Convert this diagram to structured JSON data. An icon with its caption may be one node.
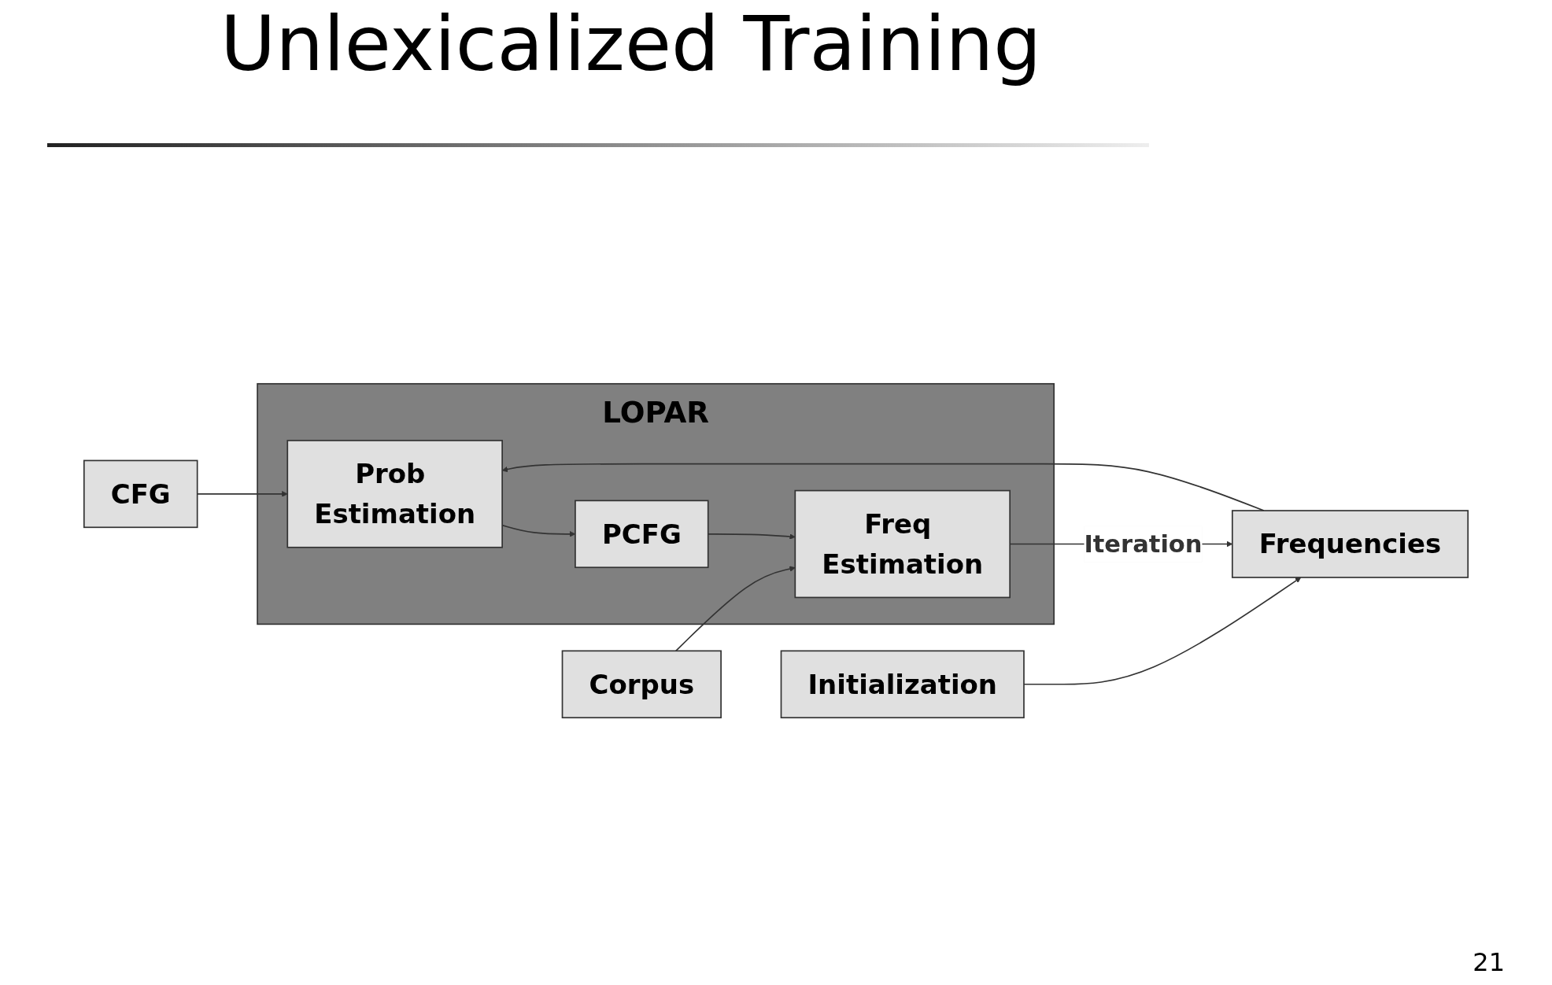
{
  "diagram": {
    "title": "Unlexicalized Training",
    "nodes": [
      {
        "text": [
          "CFG"
        ]
      },
      {
        "text": [
          "Initialization"
        ]
      },
      {
        "text": [
          "Frequencies"
        ]
      },
      {
        "text": [
          "LOPAR"
        ]
      },
      {
        "text": [
          "Prob Estimation"
        ],
        "in": 3
      },
      {
        "text": [
          "PCFG"
        ],
        "in": 3
      },
      {
        "text": [
          "Freq Estimation"
        ],
        "in": 3
      },
      {
        "text": [
          "Corpus"
        ]
      }
    ],
    "edges": [
      {
        "from": 0,
        "to": 4,
        "arrow": "to"
      },
      {
        "from": 1,
        "to": 2,
        "arrow": "to"
      },
      {
        "from": 2,
        "to": 4,
        "arrow": "to"
      },
      {
        "from": 4,
        "to": 5,
        "arrow": "to"
      },
      {
        "from": 5,
        "to": 6,
        "arrow": "to"
      },
      {
        "from": 7,
        "to": 6,
        "arrow": "to"
      },
      {
        "from": 6,
        "to": 2,
        "arrow": "to",
        "label": "Iteration"
      }
    ],
    "labels": [
      "21"
    ]
  }
}
